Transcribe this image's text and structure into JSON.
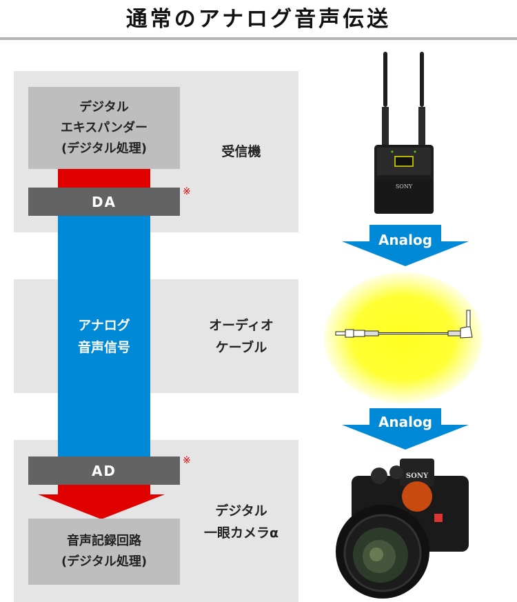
{
  "title": "通常のアナログ音声伝送",
  "colors": {
    "panel_bg": "#e5e5e5",
    "box_bg": "#bebebe",
    "converter_bg": "#636363",
    "digital_red": "#e00000",
    "analog_blue": "#0089d6",
    "note_red": "#e00000",
    "glow_yellow": "#ffff33"
  },
  "receiver_section": {
    "box_lines": [
      "デジタル",
      "エキスパンダー",
      "(デジタル処理)"
    ],
    "converter_label": "DA",
    "note_mark": "※",
    "device_label": "受信機",
    "device_brand": "SONY"
  },
  "cable_section": {
    "signal_lines": [
      "アナログ",
      "音声信号"
    ],
    "device_lines": [
      "オーディオ",
      "ケーブル"
    ]
  },
  "camera_section": {
    "converter_label": "AD",
    "note_mark": "※",
    "box_lines": [
      "音声記録回路",
      "(デジタル処理)"
    ],
    "device_lines": [
      "デジタル",
      "一眼カメラα"
    ],
    "device_brand": "SONY"
  },
  "arrows": [
    {
      "label": "Analog",
      "from": "受信機",
      "to": "オーディオケーブル"
    },
    {
      "label": "Analog",
      "from": "オーディオケーブル",
      "to": "デジタル一眼カメラα"
    }
  ]
}
